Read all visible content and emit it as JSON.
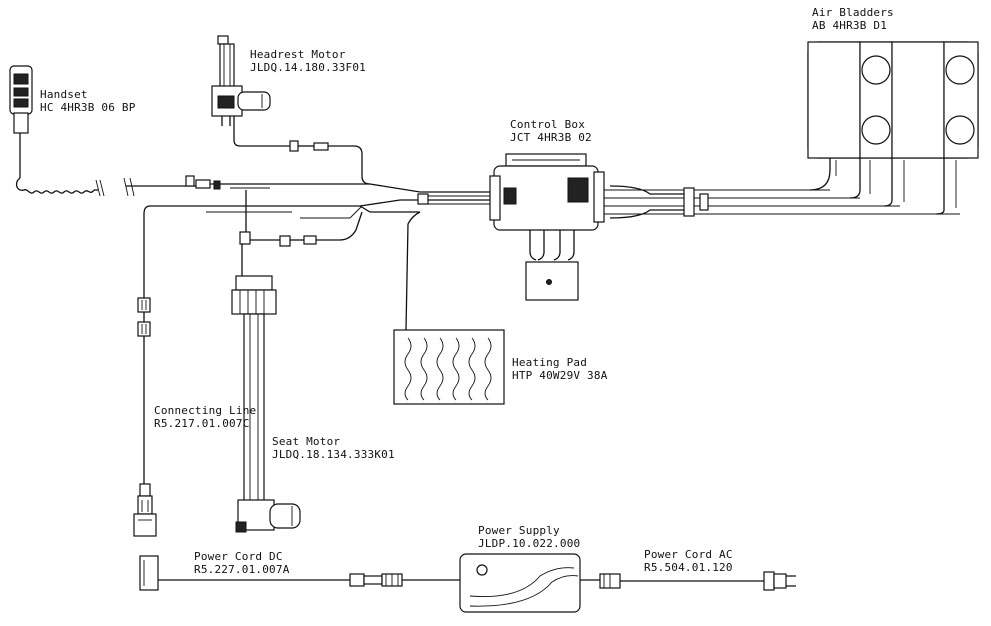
{
  "components": {
    "handset": {
      "name": "Handset",
      "code": "HC 4HR3B 06 BP"
    },
    "headrest_motor": {
      "name": "Headrest Motor",
      "code": "JLDQ.14.180.33F01"
    },
    "control_box": {
      "name": "Control Box",
      "code": "JCT 4HR3B 02"
    },
    "air_bladders": {
      "name": "Air Bladders",
      "code": "AB 4HR3B D1"
    },
    "heating_pad": {
      "name": "Heating Pad",
      "code": "HTP 40W29V 38A"
    },
    "connecting_line": {
      "name": "Connecting Line",
      "code": "R5.217.01.007C"
    },
    "seat_motor": {
      "name": "Seat Motor",
      "code": "JLDQ.18.134.333K01"
    },
    "power_supply": {
      "name": "Power Supply",
      "code": "JLDP.10.022.000"
    },
    "power_cord_dc": {
      "name": "Power Cord DC",
      "code": "R5.227.01.007A"
    },
    "power_cord_ac": {
      "name": "Power Cord AC",
      "code": "R5.504.01.120"
    }
  }
}
